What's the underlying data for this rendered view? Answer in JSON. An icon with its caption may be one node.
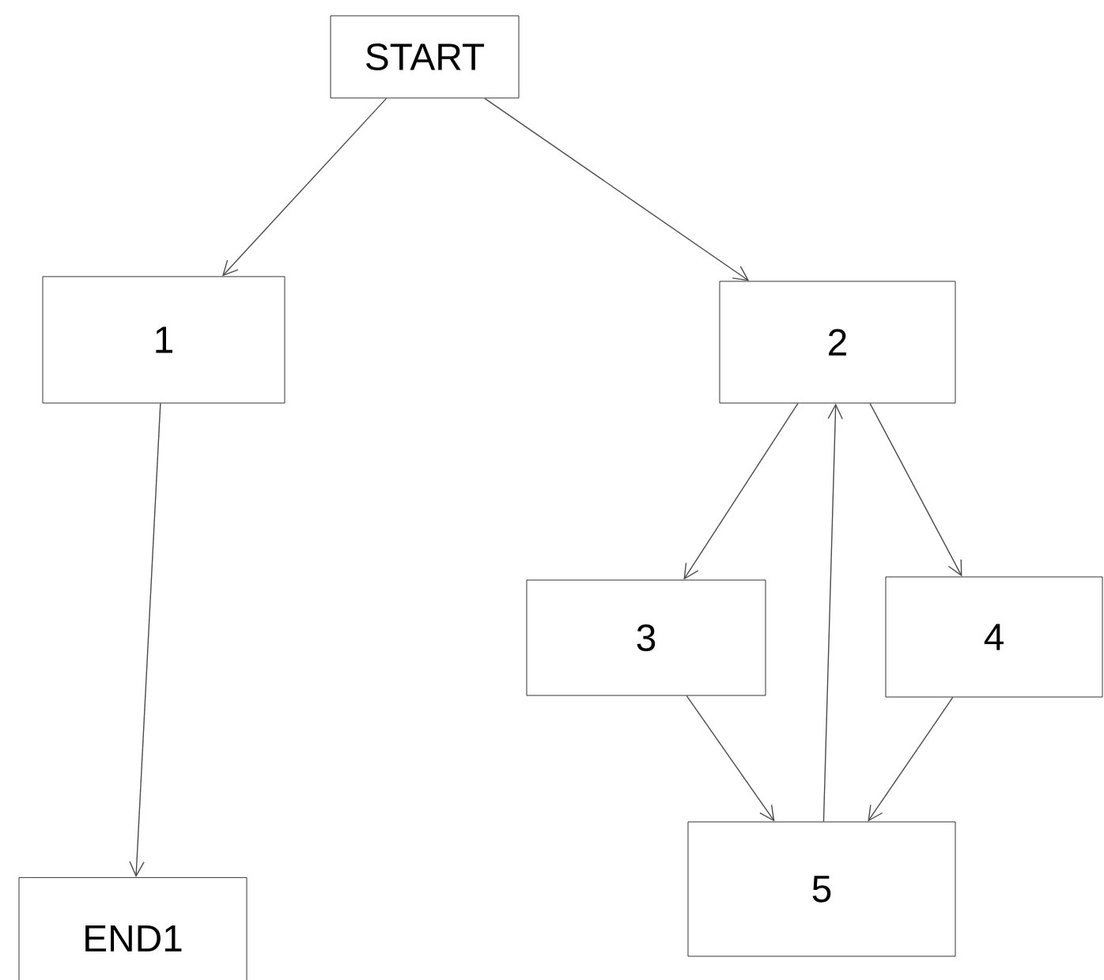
{
  "diagram": {
    "nodes": [
      {
        "text": [
          "START"
        ]
      },
      {
        "text": [
          "1"
        ]
      },
      {
        "text": [
          "2"
        ]
      },
      {
        "text": [
          "3"
        ]
      },
      {
        "text": [
          "4"
        ]
      },
      {
        "text": [
          "5"
        ]
      },
      {
        "text": [
          "END1"
        ]
      }
    ],
    "edges": [
      {
        "from": 0,
        "to": 1,
        "arrow": "to"
      },
      {
        "from": 0,
        "to": 2,
        "arrow": "to"
      },
      {
        "from": 1,
        "to": 6,
        "arrow": "to"
      },
      {
        "from": 2,
        "to": 3,
        "arrow": "to"
      },
      {
        "from": 2,
        "to": 4,
        "arrow": "to"
      },
      {
        "from": 3,
        "to": 5,
        "arrow": "to"
      },
      {
        "from": 4,
        "to": 5,
        "arrow": "to"
      },
      {
        "from": 5,
        "to": 2,
        "arrow": "to"
      }
    ]
  }
}
